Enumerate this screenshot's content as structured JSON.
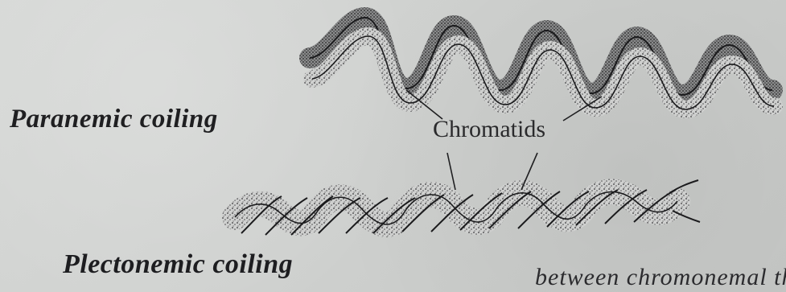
{
  "figure": {
    "labels": {
      "paranemic": "Paranemic coiling",
      "plectonemic": "Plectonemic coiling",
      "chromatids": "Chromatids"
    },
    "bottom_text_fragment": "between chromonemal thre"
  },
  "colors": {
    "paper": "#d0d2d0",
    "ink": "#1f1f21"
  }
}
